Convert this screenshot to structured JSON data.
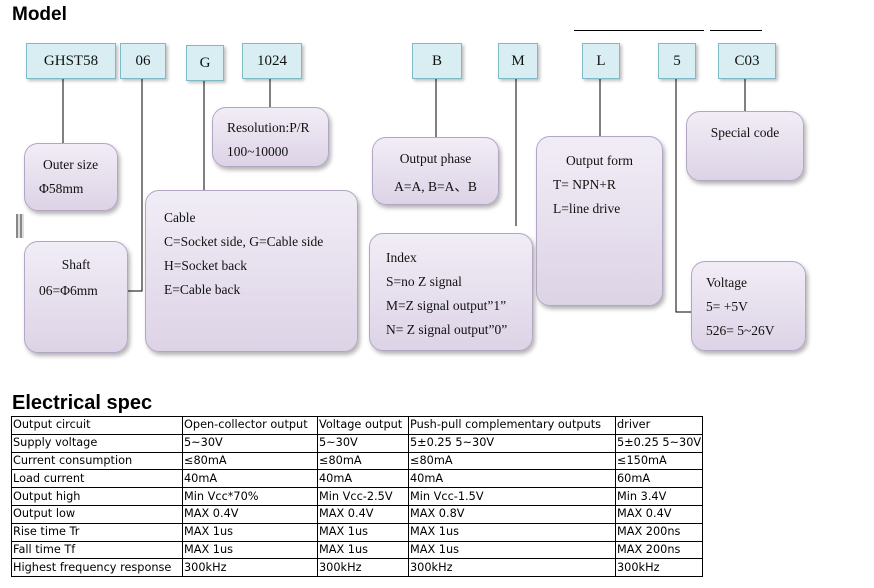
{
  "model_title": "Model",
  "spec_title": "Electrical spec",
  "codes": [
    {
      "id": "series",
      "label": "GHST58"
    },
    {
      "id": "size",
      "label": "06"
    },
    {
      "id": "cable",
      "label": "G"
    },
    {
      "id": "resolution",
      "label": "1024"
    },
    {
      "id": "phase",
      "label": "B"
    },
    {
      "id": "index",
      "label": "M"
    },
    {
      "id": "output",
      "label": "L"
    },
    {
      "id": "voltage",
      "label": "5"
    },
    {
      "id": "special",
      "label": "C03"
    }
  ],
  "bubbles": {
    "resolution": {
      "lines": [
        "Resolution:P/R",
        "100~10000"
      ]
    },
    "outer_size": {
      "lines": [
        "Outer size",
        "Φ58mm"
      ]
    },
    "shaft": {
      "lines": [
        "Shaft",
        "06=Φ6mm"
      ]
    },
    "cable": {
      "lines": [
        "Cable",
        "C=Socket side, G=Cable side",
        "H=Socket back",
        "E=Cable back"
      ]
    },
    "output_phase": {
      "lines": [
        "Output phase",
        "A=A, B=A、B"
      ]
    },
    "index": {
      "lines": [
        "Index",
        "S=no Z signal",
        "M=Z signal output”1”",
        "N= Z signal output”0”"
      ]
    },
    "output_form": {
      "lines": [
        "Output form",
        "T= NPN+R",
        "L=line drive"
      ]
    },
    "special_code": {
      "lines": [
        "Special code"
      ]
    },
    "voltage": {
      "lines": [
        "Voltage",
        "5= +5V",
        "526= 5~26V"
      ]
    }
  },
  "spec_table": {
    "header": [
      "Output circuit",
      "Open-collector output",
      "Voltage output",
      "Push-pull complementary outputs",
      "driver"
    ],
    "rows": [
      [
        "Supply voltage",
        "5~30V",
        "5~30V",
        "5±0.25  5~30V",
        "5±0.25  5~30V"
      ],
      [
        "Current consumption",
        "≤80mA",
        "≤80mA",
        "≤80mA",
        "≤150mA"
      ],
      [
        "Load current",
        "40mA",
        "40mA",
        "40mA",
        "60mA"
      ],
      [
        "Output high",
        "Min Vcc*70%",
        "Min Vcc-2.5V",
        "Min Vcc-1.5V",
        "Min 3.4V"
      ],
      [
        "Output low",
        "MAX 0.4V",
        "MAX 0.4V",
        "MAX 0.8V",
        "MAX 0.4V"
      ],
      [
        "Rise time Tr",
        "MAX 1us",
        "MAX 1us",
        "MAX 1us",
        "MAX 200ns"
      ],
      [
        "Fall time Tf",
        "MAX 1us",
        "MAX 1us",
        "MAX 1us",
        "MAX 200ns"
      ],
      [
        "Highest frequency response",
        "300kHz",
        "300kHz",
        "300kHz",
        "300kHz"
      ]
    ]
  }
}
